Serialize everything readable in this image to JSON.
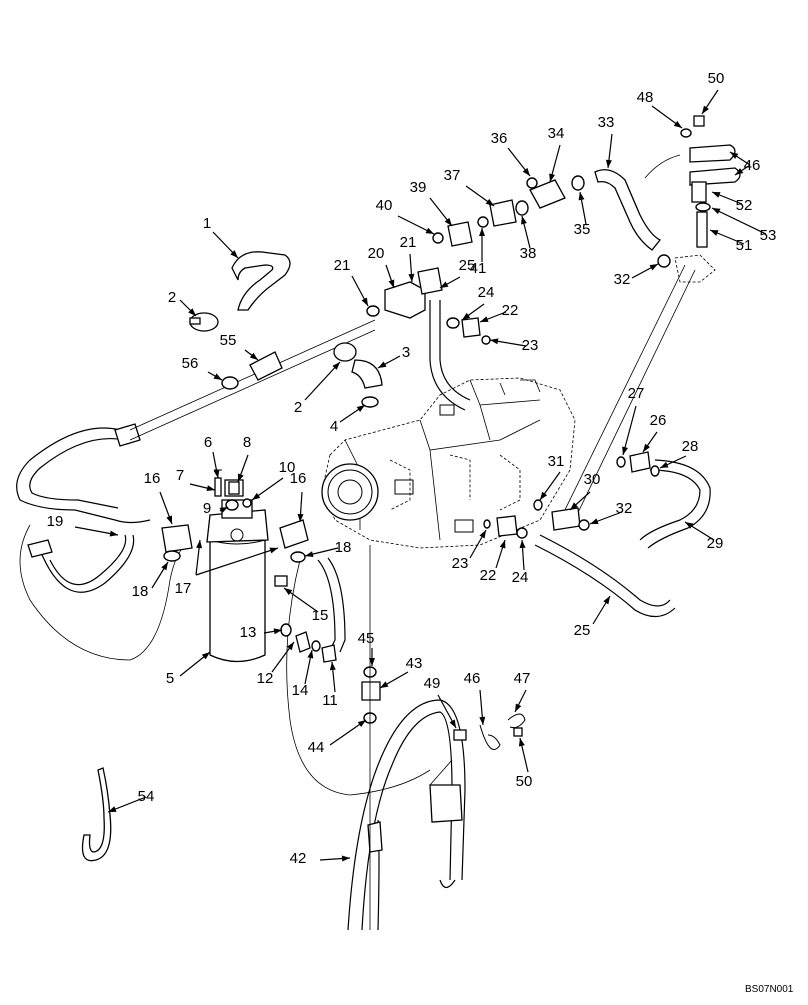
{
  "drawing_code": "BS07N001",
  "callouts": [
    {
      "id": "c1",
      "label": "1"
    },
    {
      "id": "c2a",
      "label": "2"
    },
    {
      "id": "c2b",
      "label": "2"
    },
    {
      "id": "c3",
      "label": "3"
    },
    {
      "id": "c4",
      "label": "4"
    },
    {
      "id": "c5",
      "label": "5"
    },
    {
      "id": "c6",
      "label": "6"
    },
    {
      "id": "c7",
      "label": "7"
    },
    {
      "id": "c8",
      "label": "8"
    },
    {
      "id": "c9",
      "label": "9"
    },
    {
      "id": "c10",
      "label": "10"
    },
    {
      "id": "c11",
      "label": "11"
    },
    {
      "id": "c12",
      "label": "12"
    },
    {
      "id": "c13",
      "label": "13"
    },
    {
      "id": "c14",
      "label": "14"
    },
    {
      "id": "c15",
      "label": "15"
    },
    {
      "id": "c16a",
      "label": "16"
    },
    {
      "id": "c16b",
      "label": "16"
    },
    {
      "id": "c17",
      "label": "17"
    },
    {
      "id": "c18a",
      "label": "18"
    },
    {
      "id": "c18b",
      "label": "18"
    },
    {
      "id": "c19",
      "label": "19"
    },
    {
      "id": "c20",
      "label": "20"
    },
    {
      "id": "c21a",
      "label": "21"
    },
    {
      "id": "c21b",
      "label": "21"
    },
    {
      "id": "c22a",
      "label": "22"
    },
    {
      "id": "c22b",
      "label": "22"
    },
    {
      "id": "c23a",
      "label": "23"
    },
    {
      "id": "c23b",
      "label": "23"
    },
    {
      "id": "c24a",
      "label": "24"
    },
    {
      "id": "c24b",
      "label": "24"
    },
    {
      "id": "c25a",
      "label": "25"
    },
    {
      "id": "c25b",
      "label": "25"
    },
    {
      "id": "c26",
      "label": "26"
    },
    {
      "id": "c27",
      "label": "27"
    },
    {
      "id": "c28",
      "label": "28"
    },
    {
      "id": "c29",
      "label": "29"
    },
    {
      "id": "c30",
      "label": "30"
    },
    {
      "id": "c31",
      "label": "31"
    },
    {
      "id": "c32a",
      "label": "32"
    },
    {
      "id": "c32b",
      "label": "32"
    },
    {
      "id": "c33",
      "label": "33"
    },
    {
      "id": "c34",
      "label": "34"
    },
    {
      "id": "c35",
      "label": "35"
    },
    {
      "id": "c36",
      "label": "36"
    },
    {
      "id": "c37",
      "label": "37"
    },
    {
      "id": "c38",
      "label": "38"
    },
    {
      "id": "c39",
      "label": "39"
    },
    {
      "id": "c40",
      "label": "40"
    },
    {
      "id": "c41",
      "label": "41"
    },
    {
      "id": "c42",
      "label": "42"
    },
    {
      "id": "c43",
      "label": "43"
    },
    {
      "id": "c44",
      "label": "44"
    },
    {
      "id": "c45",
      "label": "45"
    },
    {
      "id": "c46a",
      "label": "46"
    },
    {
      "id": "c46b",
      "label": "46"
    },
    {
      "id": "c47",
      "label": "47"
    },
    {
      "id": "c48",
      "label": "48"
    },
    {
      "id": "c49",
      "label": "49"
    },
    {
      "id": "c50a",
      "label": "50"
    },
    {
      "id": "c50b",
      "label": "50"
    },
    {
      "id": "c51",
      "label": "51"
    },
    {
      "id": "c52",
      "label": "52"
    },
    {
      "id": "c53",
      "label": "53"
    },
    {
      "id": "c54",
      "label": "54"
    },
    {
      "id": "c55",
      "label": "55"
    },
    {
      "id": "c56",
      "label": "56"
    }
  ]
}
